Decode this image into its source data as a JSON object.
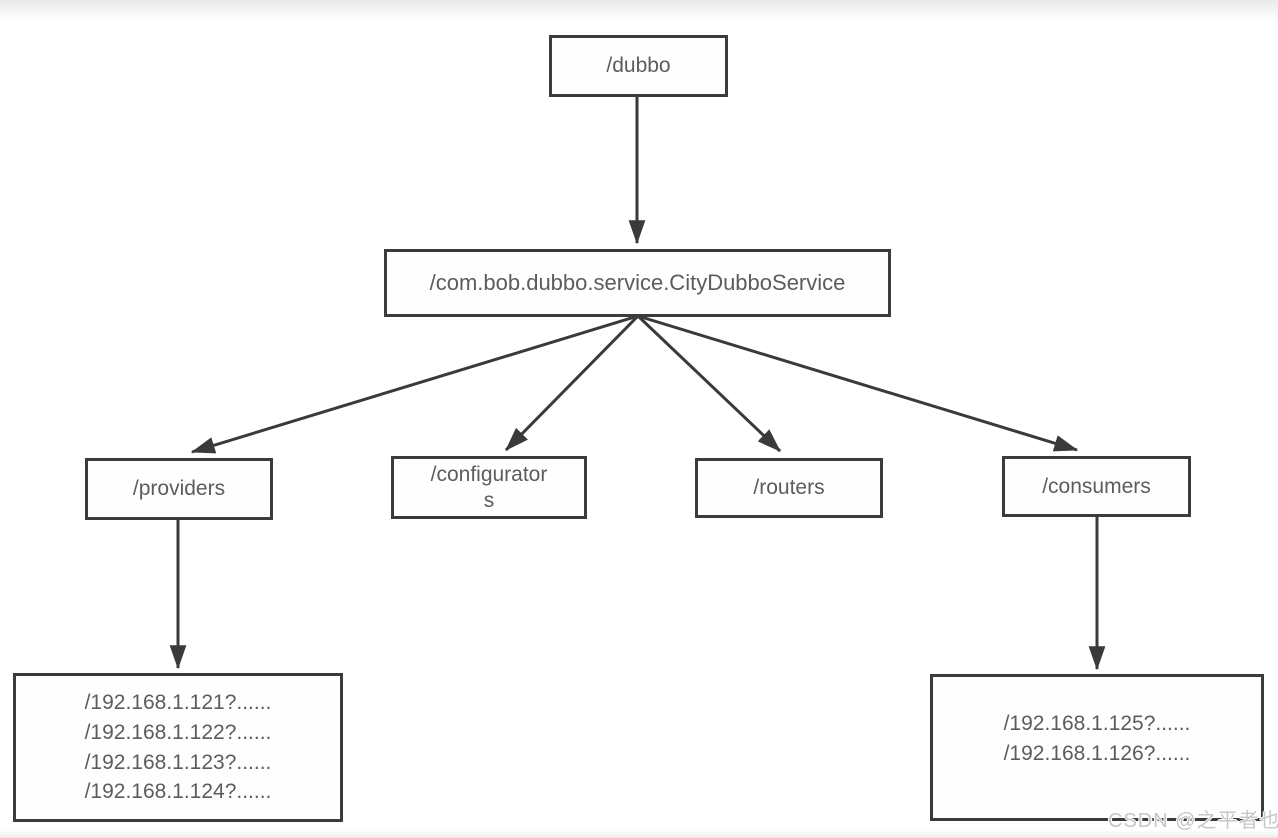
{
  "nodes": {
    "dubbo": {
      "lines": [
        "/dubbo"
      ]
    },
    "service": {
      "lines": [
        "/com.bob.dubbo.service.CityDubboService"
      ]
    },
    "providers": {
      "lines": [
        "/providers"
      ]
    },
    "configurators": {
      "label": "/configurators",
      "lines": [
        "/configurator",
        "s"
      ]
    },
    "routers": {
      "lines": [
        "/routers"
      ]
    },
    "consumers": {
      "lines": [
        "/consumers"
      ]
    },
    "provider_addresses": {
      "lines": [
        "/192.168.1.121?......",
        "/192.168.1.122?......",
        "/192.168.1.123?......",
        "/192.168.1.124?......"
      ]
    },
    "consumer_addresses": {
      "lines": [
        "/192.168.1.125?......",
        "/192.168.1.126?......"
      ]
    }
  },
  "edges": [
    {
      "from": "dubbo",
      "to": "service"
    },
    {
      "from": "service",
      "to": "providers"
    },
    {
      "from": "service",
      "to": "configurators"
    },
    {
      "from": "service",
      "to": "routers"
    },
    {
      "from": "service",
      "to": "consumers"
    },
    {
      "from": "providers",
      "to": "provider_addresses"
    },
    {
      "from": "consumers",
      "to": "consumer_addresses"
    }
  ],
  "watermark": {
    "text": "CSDN @之平者也"
  },
  "colors": {
    "line": "#3a3a3a",
    "border": "#3b3b3b",
    "text": "#5c5c5c",
    "watermark": "#c6c6c6",
    "background": "#ffffff"
  }
}
